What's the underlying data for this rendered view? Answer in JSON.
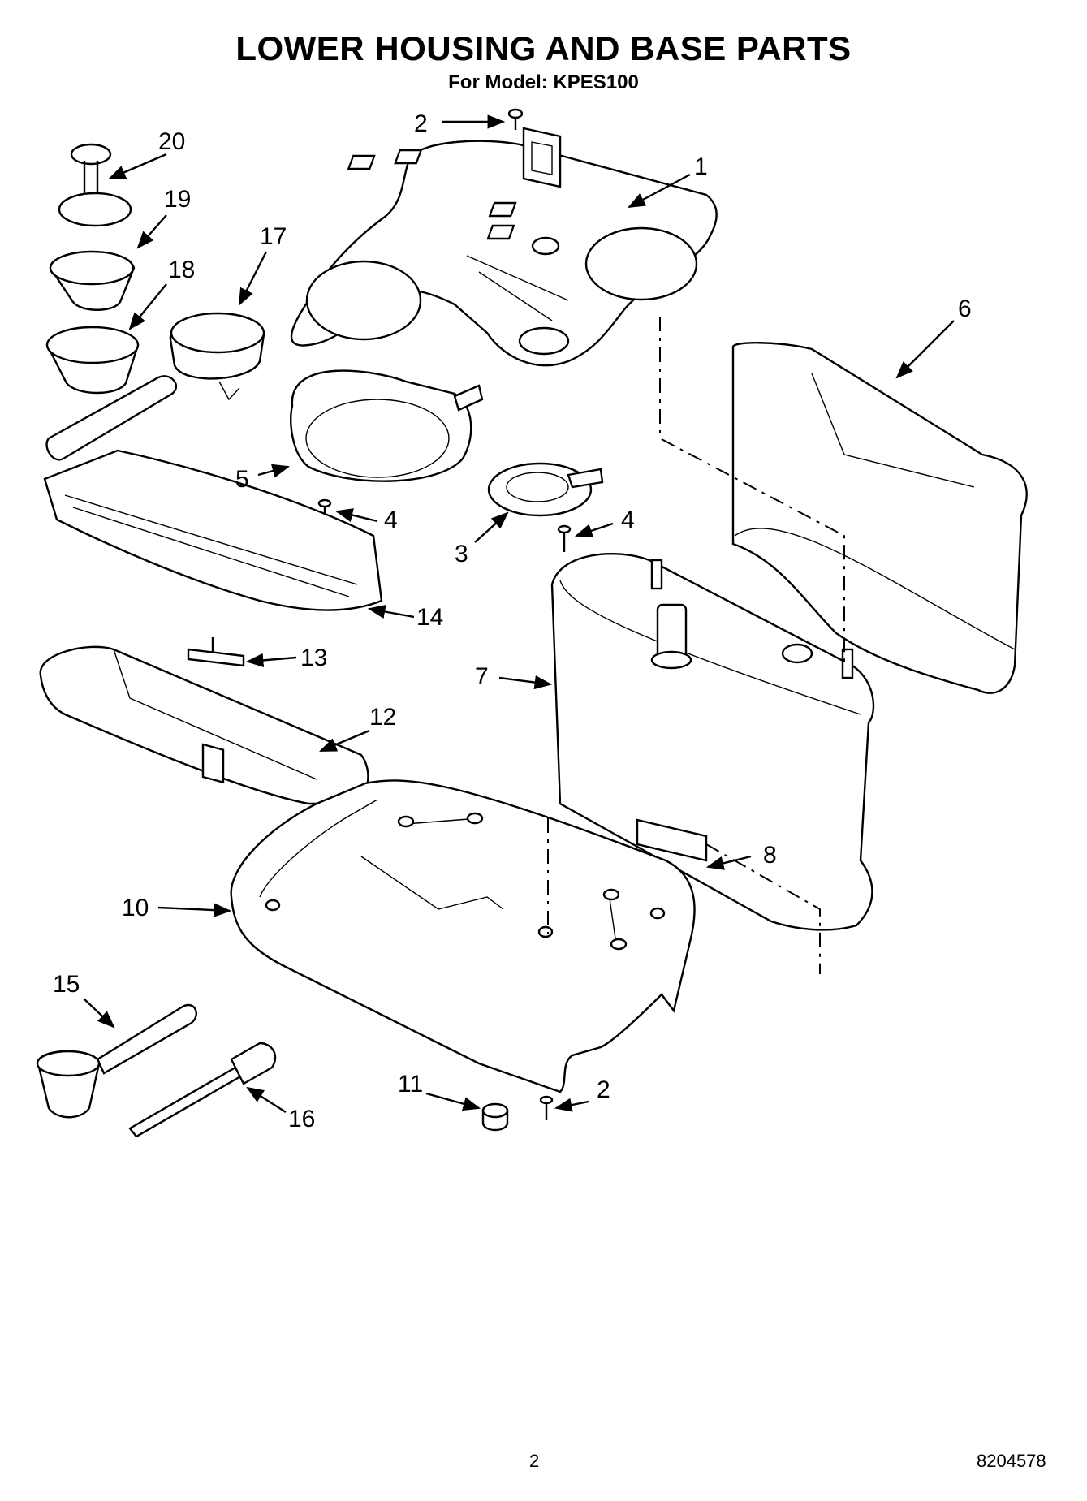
{
  "header": {
    "title": "LOWER HOUSING AND BASE PARTS",
    "subtitle": "For Model: KPES100"
  },
  "callouts": [
    {
      "id": "c2a",
      "text": "2"
    },
    {
      "id": "c1",
      "text": "1"
    },
    {
      "id": "c20",
      "text": "20"
    },
    {
      "id": "c19",
      "text": "19"
    },
    {
      "id": "c17",
      "text": "17"
    },
    {
      "id": "c18",
      "text": "18"
    },
    {
      "id": "c6",
      "text": "6"
    },
    {
      "id": "c5",
      "text": "5"
    },
    {
      "id": "c4a",
      "text": "4"
    },
    {
      "id": "c3",
      "text": "3"
    },
    {
      "id": "c4b",
      "text": "4"
    },
    {
      "id": "c14",
      "text": "14"
    },
    {
      "id": "c13",
      "text": "13"
    },
    {
      "id": "c7",
      "text": "7"
    },
    {
      "id": "c12",
      "text": "12"
    },
    {
      "id": "c8",
      "text": "8"
    },
    {
      "id": "c10",
      "text": "10"
    },
    {
      "id": "c15",
      "text": "15"
    },
    {
      "id": "c11",
      "text": "11"
    },
    {
      "id": "c2b",
      "text": "2"
    },
    {
      "id": "c16",
      "text": "16"
    }
  ],
  "footer": {
    "page_number": "2",
    "document_number": "8204578"
  }
}
